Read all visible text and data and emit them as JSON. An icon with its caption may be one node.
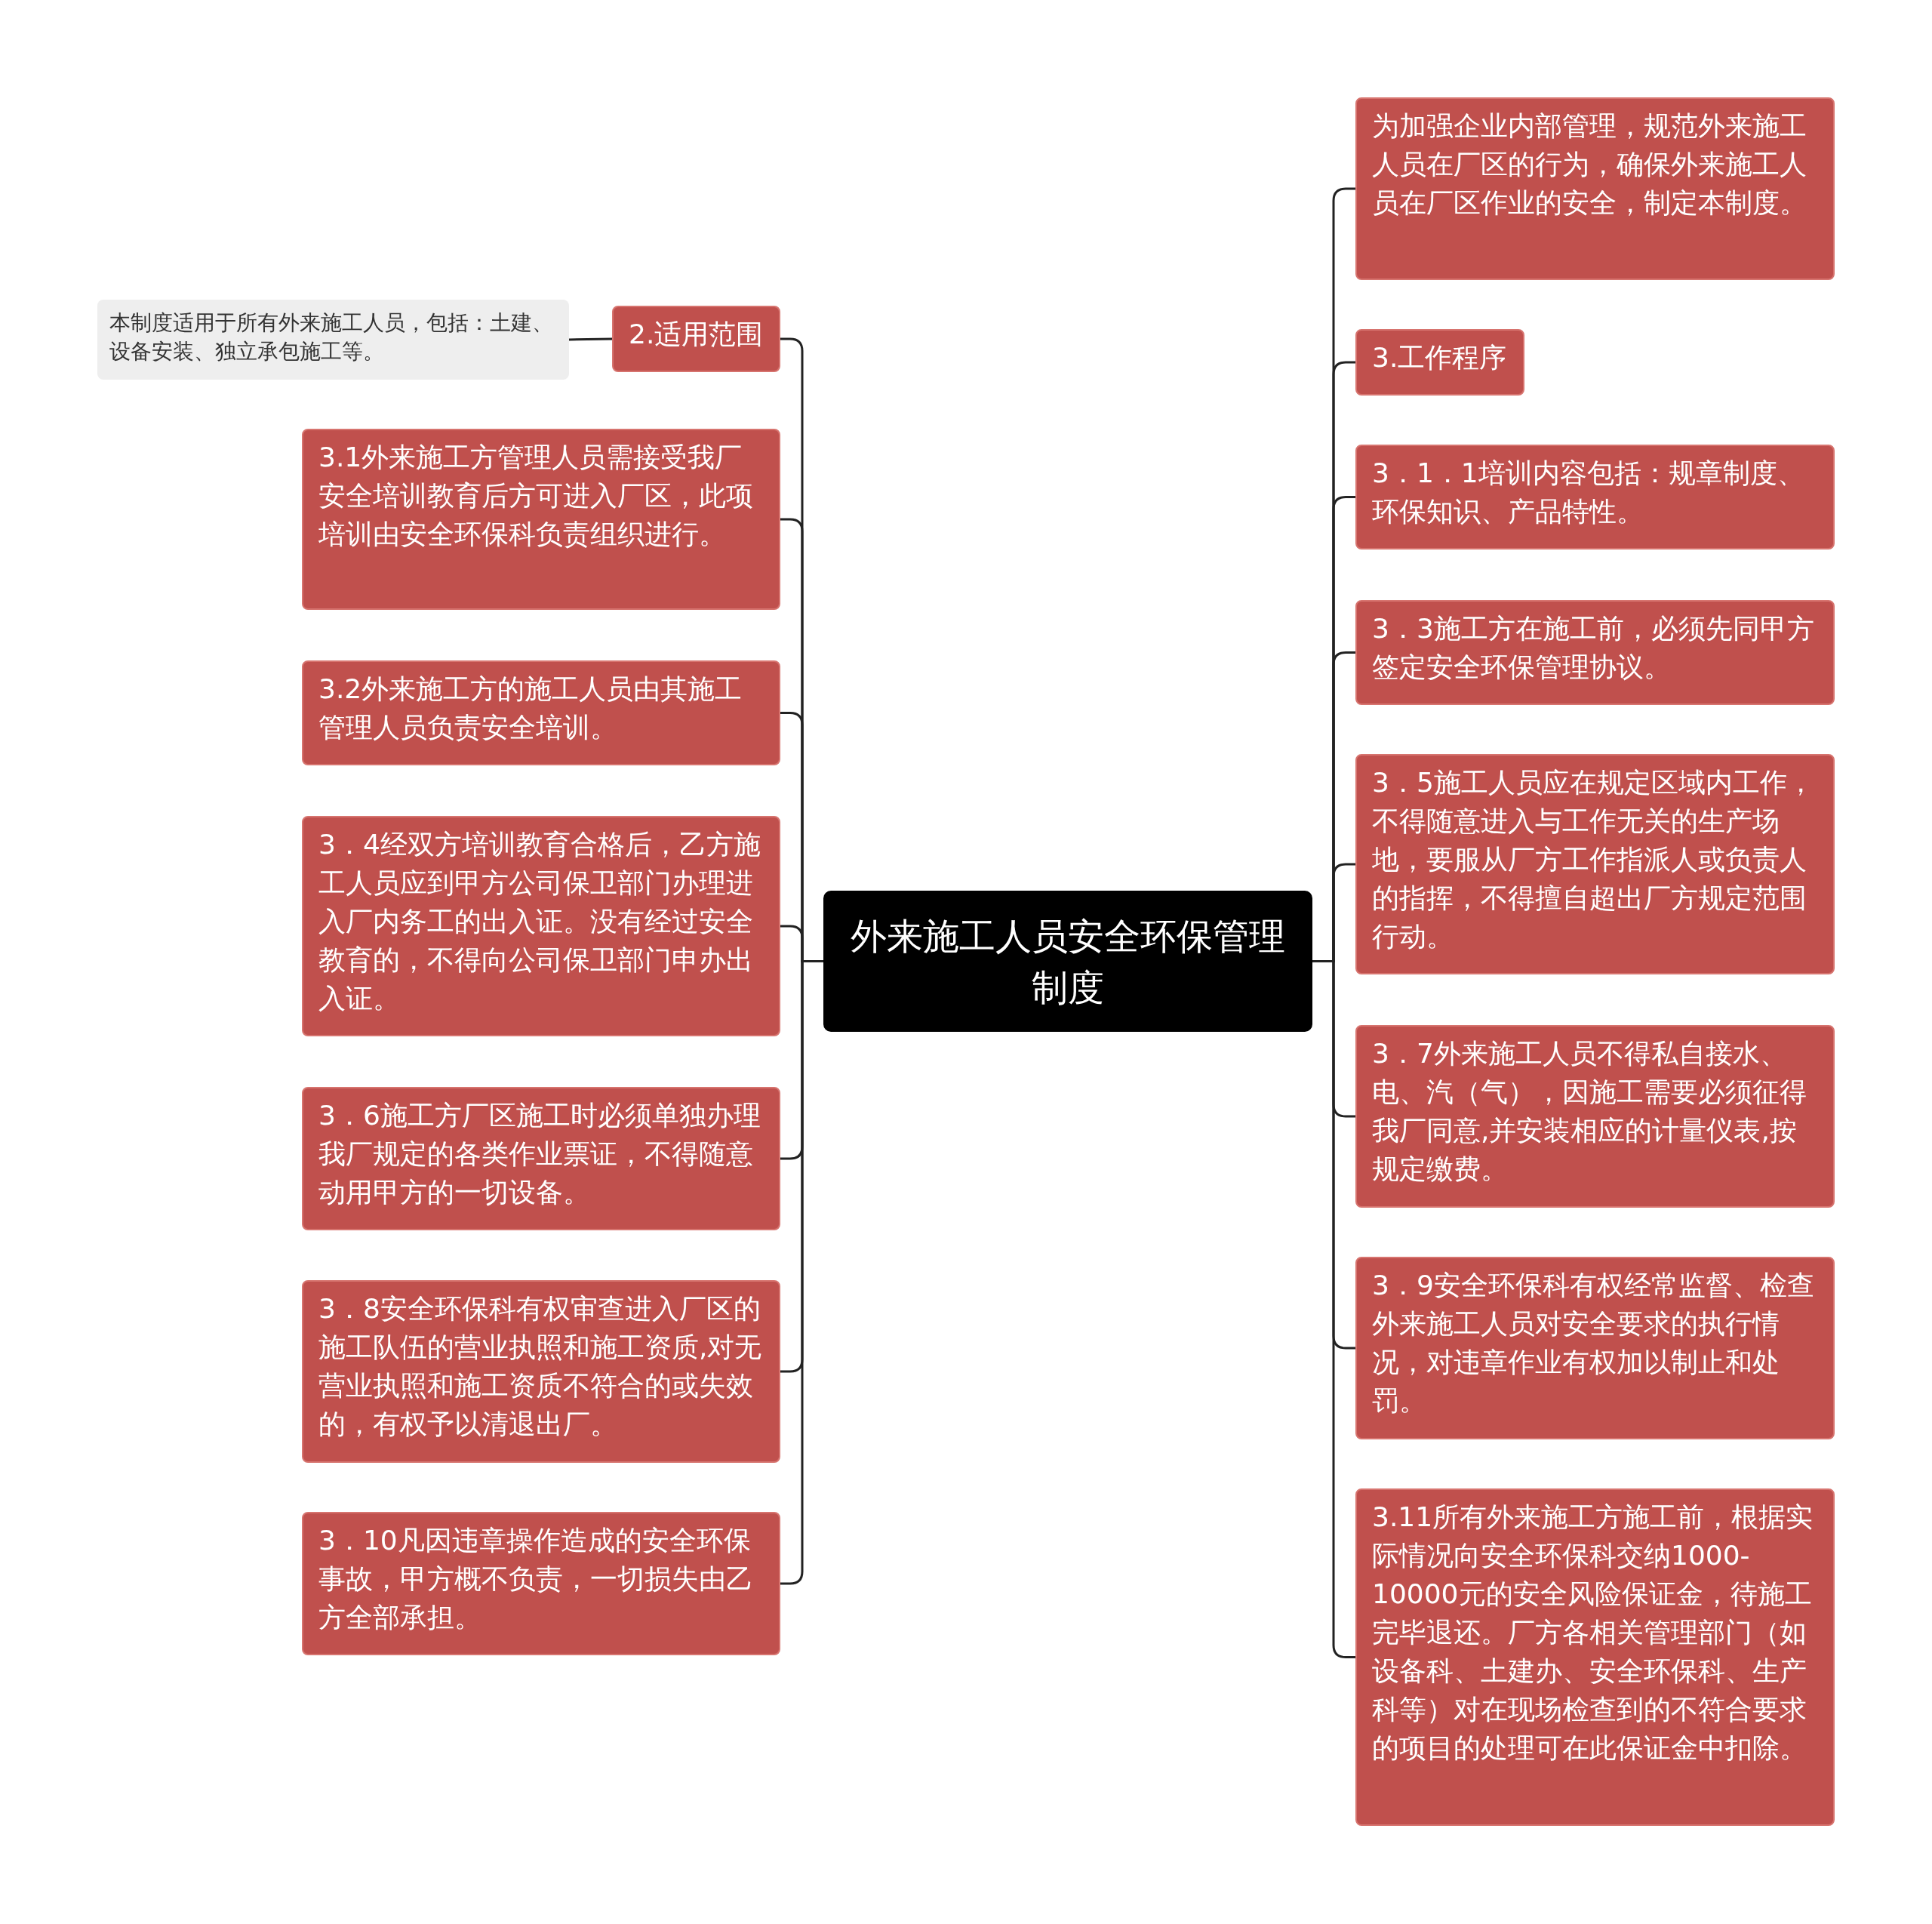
{
  "diagram": {
    "nodes": [
      {
        "text": [
          "外来施工人员安全环保管理制度"
        ]
      },
      {
        "text": [
          "2.适用范围"
        ]
      },
      {
        "text": [
          "本制度适用于所有外来施工人员，包括：土建、设备安装、独立承包施工等。"
        ]
      },
      {
        "text": [
          "3.1外来施工方管理人员需接受我厂安全培训教育后方可进入厂区，此项培训由安全环保科负责组织进行。"
        ]
      },
      {
        "text": [
          "3.2外来施工方的施工人员由其施工管理人员负责安全培训。"
        ]
      },
      {
        "text": [
          "3．4经双方培训教育合格后，乙方施工人员应到甲方公司保卫部门办理进入厂内务工的出入证。没有经过安全教育的，不得向公司保卫部门申办出入证。"
        ]
      },
      {
        "text": [
          "3．6施工方厂区施工时必须单独办理我厂规定的各类作业票证，不得随意动用甲方的一切设备。"
        ]
      },
      {
        "text": [
          "3．8安全环保科有权审查进入厂区的施工队伍的营业执照和施工资质,对无营业执照和施工资质不符合的或失效的，有权予以清退出厂。"
        ]
      },
      {
        "text": [
          "3．10凡因违章操作造成的安全环保事故，甲方概不负责，一切损失由乙方全部承担。"
        ]
      },
      {
        "text": [
          "为加强企业内部管理，规范外来施工人员在厂区的行为，确保外来施工人员在厂区作业的安全，制定本制度。"
        ]
      },
      {
        "text": [
          "3.工作程序"
        ]
      },
      {
        "text": [
          "3．1．1培训内容包括：规章制度、环保知识、产品特性。"
        ]
      },
      {
        "text": [
          "3．3施工方在施工前，必须先同甲方签定安全环保管理协议。"
        ]
      },
      {
        "text": [
          "3．5施工人员应在规定区域内工作，不得随意进入与工作无关的生产场地，要服从厂方工作指派人或负责人的指挥，不得擅自超出厂方规定范围行动。"
        ]
      },
      {
        "text": [
          "3．7外来施工人员不得私自接水、电、汽（气），因施工需要必须征得我厂同意,并安装相应的计量仪表,按规定缴费。"
        ]
      },
      {
        "text": [
          "3．9安全环保科有权经常监督、检查外来施工人员对安全要求的执行情况，对违章作业有权加以制止和处罚。"
        ]
      },
      {
        "text": [
          "3.11所有外来施工方施工前，根据实际情况向安全环保科交纳1000-10000元的安全风险保证金，待施工完毕退还。厂方各相关管理部门（如设备科、土建办、安全环保科、生产科等）对在现场检查到的不符合要求的项目的处理可在此保证金中扣除。"
        ]
      }
    ],
    "edges": [
      {
        "from": 0,
        "to": 1,
        "arrow": "none"
      },
      {
        "from": 1,
        "to": 2,
        "arrow": "none"
      },
      {
        "from": 0,
        "to": 3,
        "arrow": "none"
      },
      {
        "from": 0,
        "to": 4,
        "arrow": "none"
      },
      {
        "from": 0,
        "to": 5,
        "arrow": "none"
      },
      {
        "from": 0,
        "to": 6,
        "arrow": "none"
      },
      {
        "from": 0,
        "to": 7,
        "arrow": "none"
      },
      {
        "from": 0,
        "to": 8,
        "arrow": "none"
      },
      {
        "from": 0,
        "to": 9,
        "arrow": "none"
      },
      {
        "from": 0,
        "to": 10,
        "arrow": "none"
      },
      {
        "from": 0,
        "to": 11,
        "arrow": "none"
      },
      {
        "from": 0,
        "to": 12,
        "arrow": "none"
      },
      {
        "from": 0,
        "to": 13,
        "arrow": "none"
      },
      {
        "from": 0,
        "to": 14,
        "arrow": "none"
      },
      {
        "from": 0,
        "to": 15,
        "arrow": "none"
      },
      {
        "from": 0,
        "to": 16,
        "arrow": "none"
      }
    ]
  }
}
